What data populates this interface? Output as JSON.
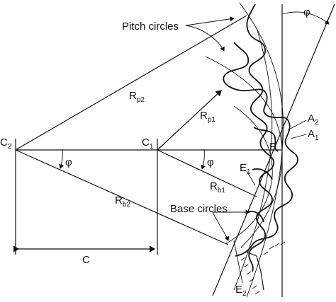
{
  "labels": {
    "pitch_circles": "Pitch circles",
    "base_circles": "Base circles",
    "c2": "C",
    "c2_sub": "2",
    "c1": "C",
    "c1_sub": "1",
    "rp2": "R",
    "rp2_sub": "p2",
    "rp1": "R",
    "rp1_sub": "p1",
    "rb1": "R",
    "rb1_sub": "b1",
    "rb2": "R",
    "rb2_sub": "b2",
    "phi_left": "φ",
    "phi_mid": "φ",
    "phi_top": "φ",
    "a2": "A",
    "a2_sub": "2",
    "a1": "A",
    "a1_sub": "1",
    "p": "P",
    "e1": "E",
    "e1_sub": "1",
    "e2": "E",
    "e2_sub": "2",
    "center_distance": "C"
  }
}
